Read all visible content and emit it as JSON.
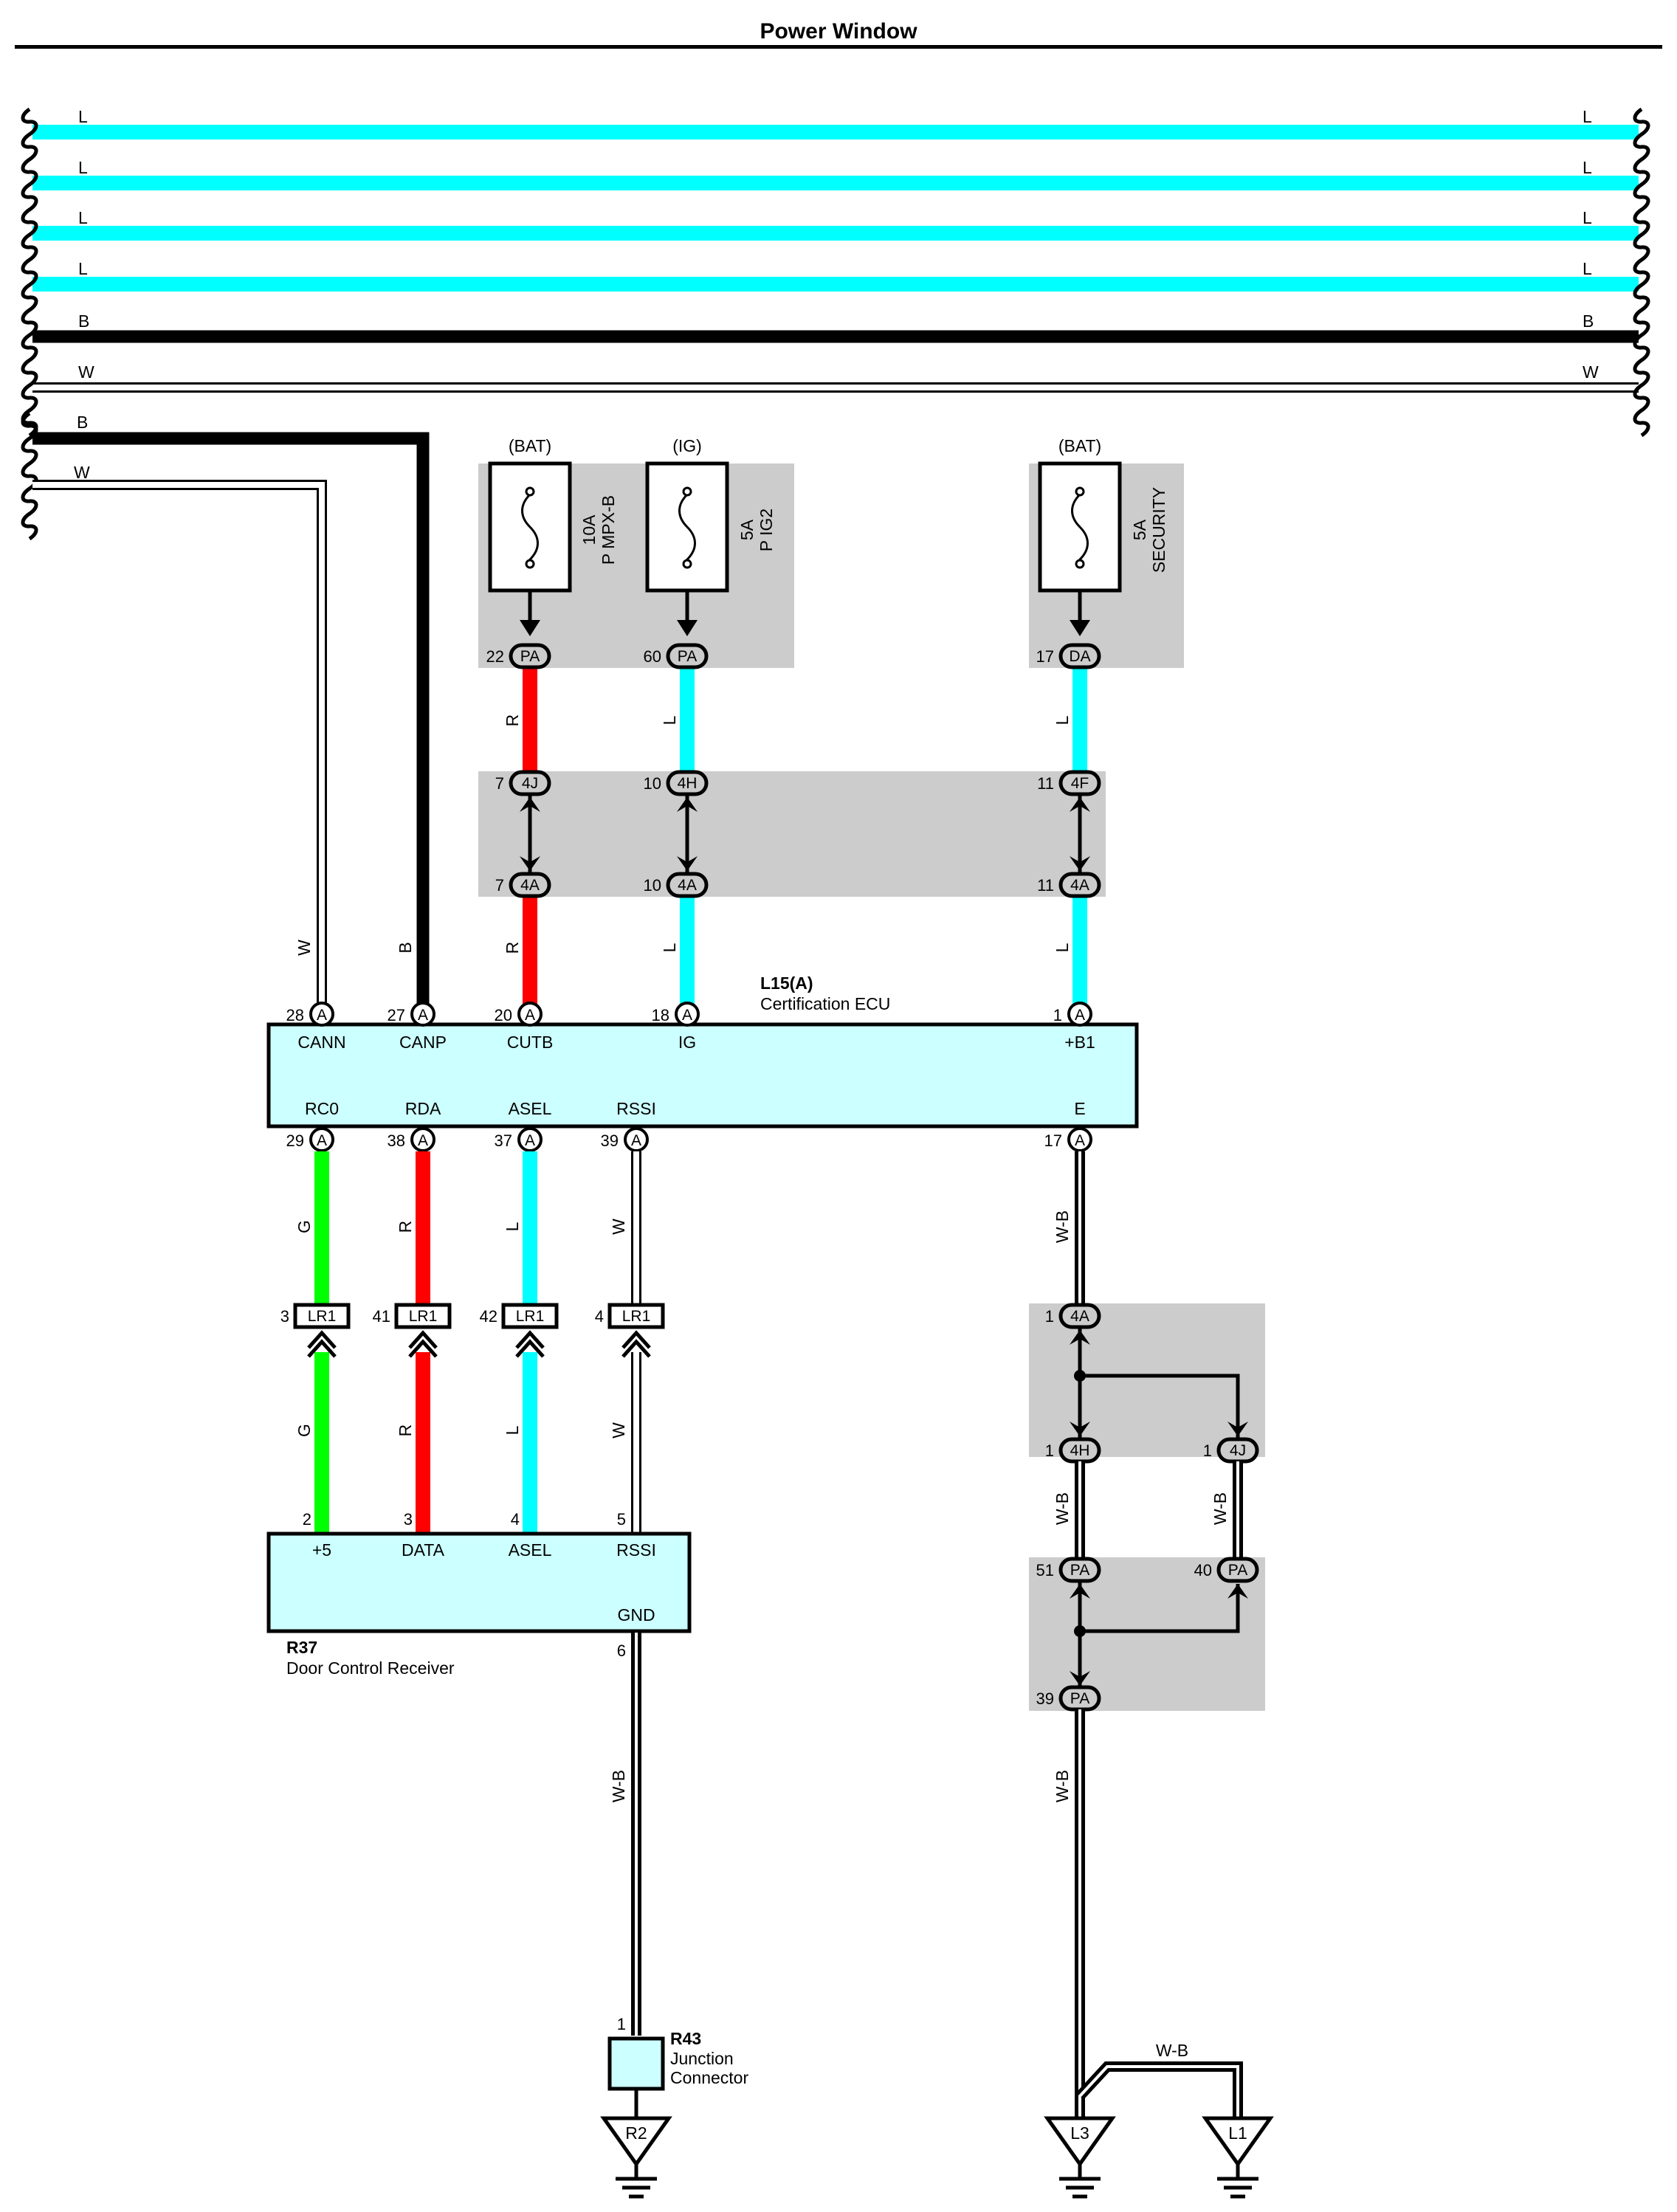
{
  "title": "Power Window",
  "colors": {
    "L": "#00ffff",
    "R": "#ff0000",
    "G": "#00ff00",
    "B": "#000000",
    "W": "#ffffff",
    "W-B": "#000000",
    "shade": "#cccccc",
    "component_fill": "#ccffff"
  },
  "bus_wires": [
    {
      "color_code": "L",
      "label_left": "L",
      "label_right": "L"
    },
    {
      "color_code": "L",
      "label_left": "L",
      "label_right": "L"
    },
    {
      "color_code": "L",
      "label_left": "L",
      "label_right": "L"
    },
    {
      "color_code": "L",
      "label_left": "L",
      "label_right": "L"
    },
    {
      "color_code": "B",
      "label_left": "B",
      "label_right": "B"
    },
    {
      "color_code": "W",
      "label_left": "W",
      "label_right": "W"
    }
  ],
  "branch_wires": {
    "b": "B",
    "w": "W"
  },
  "fuses": [
    {
      "source": "(BAT)",
      "rating": "10A",
      "name": "P MPX-B",
      "pin": "22",
      "connector": "PA"
    },
    {
      "source": "(IG)",
      "rating": "5A",
      "name": "P IG2",
      "pin": "60",
      "connector": "PA"
    },
    {
      "source": "(BAT)",
      "rating": "5A",
      "name": "SECURITY",
      "pin": "17",
      "connector": "DA"
    }
  ],
  "junctions_upper": [
    {
      "top_pin": "7",
      "top_conn": "4J",
      "bot_pin": "7",
      "bot_conn": "4A",
      "wire_color": "R"
    },
    {
      "top_pin": "10",
      "top_conn": "4H",
      "bot_pin": "10",
      "bot_conn": "4A",
      "wire_color": "L"
    },
    {
      "top_pin": "11",
      "top_conn": "4F",
      "bot_pin": "11",
      "bot_conn": "4A",
      "wire_color": "L"
    }
  ],
  "ecu": {
    "id": "L15(A)",
    "name": "Certification ECU",
    "connector": "A",
    "top_pins": [
      {
        "num": "28",
        "name": "CANN",
        "wire": "W"
      },
      {
        "num": "27",
        "name": "CANP",
        "wire": "B"
      },
      {
        "num": "20",
        "name": "CUTB",
        "wire": "R"
      },
      {
        "num": "18",
        "name": "IG",
        "wire": "L"
      },
      {
        "num": "1",
        "name": "+B1",
        "wire": "L"
      }
    ],
    "bottom_pins": [
      {
        "num": "29",
        "name": "RC0",
        "wire": "G"
      },
      {
        "num": "38",
        "name": "RDA",
        "wire": "R"
      },
      {
        "num": "37",
        "name": "ASEL",
        "wire": "L"
      },
      {
        "num": "39",
        "name": "RSSI",
        "wire": "W"
      },
      {
        "num": "17",
        "name": "E",
        "wire": "W-B"
      }
    ]
  },
  "lr1": {
    "connector": "LR1",
    "pins": [
      "3",
      "41",
      "42",
      "4"
    ],
    "wires_lower": [
      "G",
      "R",
      "L",
      "W"
    ]
  },
  "receiver": {
    "id": "R37",
    "name": "Door Control Receiver",
    "pins": [
      {
        "num": "2",
        "name": "+5"
      },
      {
        "num": "3",
        "name": "DATA"
      },
      {
        "num": "4",
        "name": "ASEL"
      },
      {
        "num": "5",
        "name": "RSSI"
      }
    ],
    "gnd": {
      "num": "6",
      "name": "GND",
      "wire": "W-B"
    }
  },
  "junction_connector": {
    "id": "R43",
    "name1": "Junction",
    "name2": "Connector",
    "pin": "1",
    "ground": "R2"
  },
  "ground_junctions": {
    "wire": "W-B",
    "j4a": {
      "pin": "1",
      "conn": "4A"
    },
    "j4h": {
      "pin": "1",
      "conn": "4H"
    },
    "j4j": {
      "pin": "1",
      "conn": "4J"
    },
    "pa51": {
      "pin": "51",
      "conn": "PA"
    },
    "pa40": {
      "pin": "40",
      "conn": "PA"
    },
    "pa39": {
      "pin": "39",
      "conn": "PA"
    }
  },
  "grounds": [
    {
      "label": "L3"
    },
    {
      "label": "L1"
    }
  ],
  "ground_branch_wire": "W-B"
}
